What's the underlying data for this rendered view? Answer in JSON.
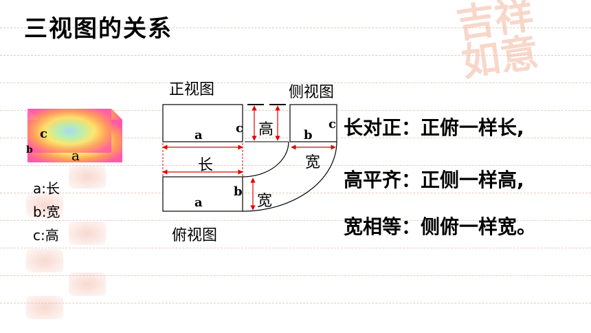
{
  "title": "三视图的关系",
  "views": {
    "front": "正视图",
    "side": "侧视图",
    "top": "俯视图"
  },
  "dims": {
    "length": "长",
    "width": "宽",
    "height": "高",
    "a": "a",
    "b": "b",
    "c": "c"
  },
  "legend": [
    "a:长",
    "b:宽",
    "c:高"
  ],
  "relations": [
    "长对正：正俯一样长,",
    "高平齐：正侧一样高,",
    "宽相等：侧俯一样宽。"
  ],
  "colors": {
    "arrow": "#e00000",
    "line": "#000000"
  }
}
